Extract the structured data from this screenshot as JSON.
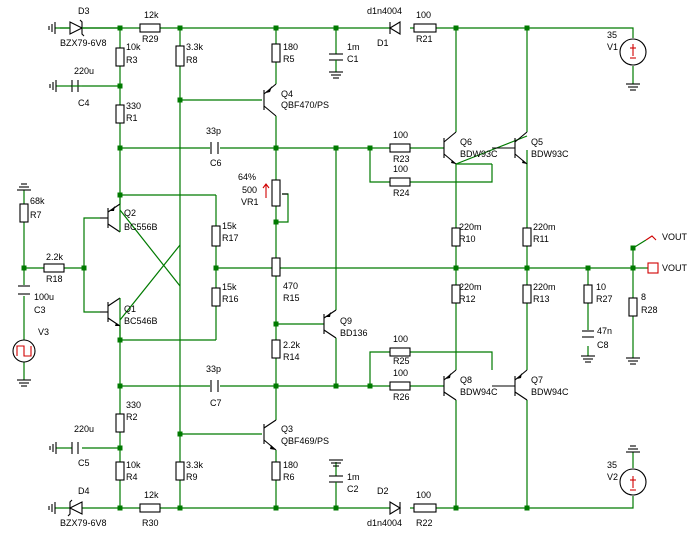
{
  "title": "",
  "components": [
    {
      "ref": "D3",
      "value": "BZX79-6V8"
    },
    {
      "ref": "D4",
      "value": "BZX79-6V8"
    },
    {
      "ref": "R29",
      "value": "12k"
    },
    {
      "ref": "R30",
      "value": "12k"
    },
    {
      "ref": "R3",
      "value": "10k"
    },
    {
      "ref": "R4",
      "value": "10k"
    },
    {
      "ref": "C4",
      "value": "220u"
    },
    {
      "ref": "C5",
      "value": "220u"
    },
    {
      "ref": "R1",
      "value": "330"
    },
    {
      "ref": "R2",
      "value": "330"
    },
    {
      "ref": "R8",
      "value": "3.3k"
    },
    {
      "ref": "R9",
      "value": "3.3k"
    },
    {
      "ref": "R5",
      "value": "180"
    },
    {
      "ref": "R6",
      "value": "180"
    },
    {
      "ref": "Q4",
      "value": "QBF470/PS"
    },
    {
      "ref": "Q3",
      "value": "QBF469/PS"
    },
    {
      "ref": "C1",
      "value": "1m"
    },
    {
      "ref": "C2",
      "value": "1m"
    },
    {
      "ref": "D1",
      "value": "d1n4004"
    },
    {
      "ref": "D2",
      "value": "d1n4004"
    },
    {
      "ref": "R21",
      "value": "100"
    },
    {
      "ref": "R22",
      "value": "100"
    },
    {
      "ref": "V1",
      "value": "35"
    },
    {
      "ref": "V2",
      "value": "35"
    },
    {
      "ref": "C6",
      "value": "33p"
    },
    {
      "ref": "C7",
      "value": "33p"
    },
    {
      "ref": "R23",
      "value": "100"
    },
    {
      "ref": "R24",
      "value": "100"
    },
    {
      "ref": "R25",
      "value": "100"
    },
    {
      "ref": "R26",
      "value": "100"
    },
    {
      "ref": "Q6",
      "value": "BDW93C"
    },
    {
      "ref": "Q5",
      "value": "BDW93C"
    },
    {
      "ref": "Q8",
      "value": "BDW94C"
    },
    {
      "ref": "Q7",
      "value": "BDW94C"
    },
    {
      "ref": "VR1",
      "value": "500"
    },
    {
      "ref": "R7",
      "value": "68k"
    },
    {
      "ref": "R18",
      "value": "2.2k"
    },
    {
      "ref": "C3",
      "value": "100u"
    },
    {
      "ref": "V3",
      "value": ""
    },
    {
      "ref": "Q2",
      "value": "BC556B"
    },
    {
      "ref": "Q1",
      "value": "BC546B"
    },
    {
      "ref": "R17",
      "value": "15k"
    },
    {
      "ref": "R16",
      "value": "15k"
    },
    {
      "ref": "R15",
      "value": "470"
    },
    {
      "ref": "R14",
      "value": "2.2k"
    },
    {
      "ref": "Q9",
      "value": "BD136"
    },
    {
      "ref": "R10",
      "value": "220m"
    },
    {
      "ref": "R11",
      "value": "220m"
    },
    {
      "ref": "R12",
      "value": "220m"
    },
    {
      "ref": "R13",
      "value": "220m"
    },
    {
      "ref": "R27",
      "value": "10"
    },
    {
      "ref": "C8",
      "value": "47n"
    },
    {
      "ref": "R28",
      "value": "8"
    }
  ],
  "vr1_setting": "64%",
  "output_labels": {
    "top": "VOUT",
    "bottom": "VOUT"
  }
}
